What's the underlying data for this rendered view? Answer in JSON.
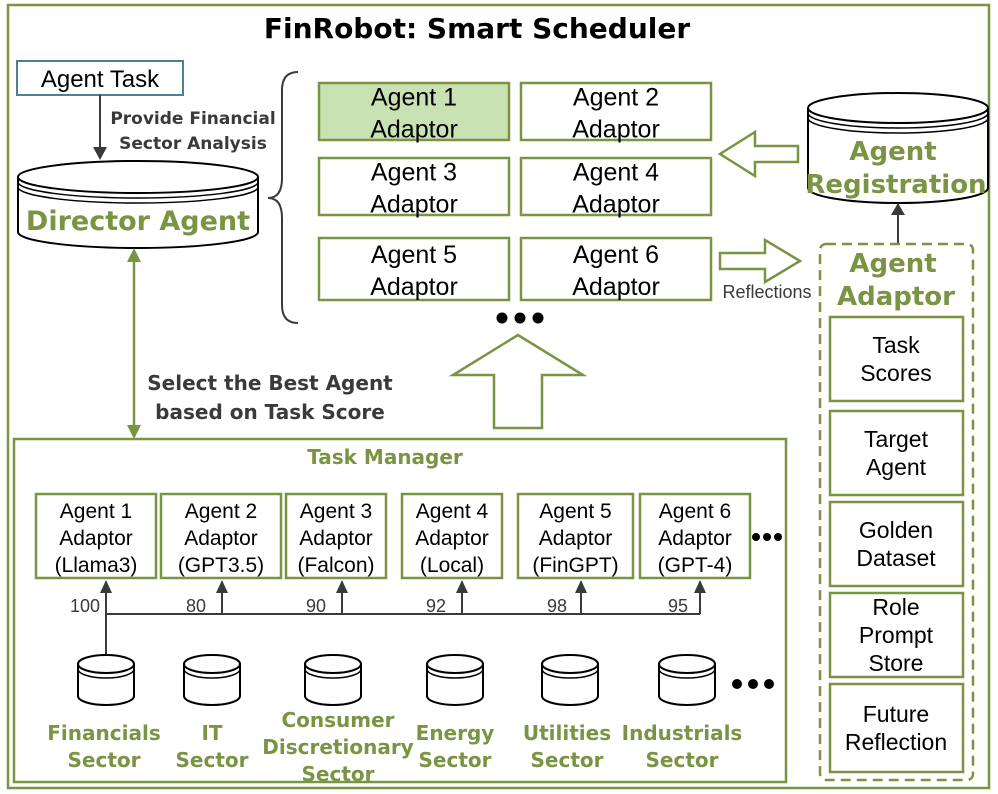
{
  "title": "FinRobot: Smart Scheduler",
  "colors": {
    "green": "#7a9443",
    "green_fill": "#c9e2b3",
    "dark": "#3a3a3a",
    "task_border": "#4f7f95"
  },
  "agent_task": "Agent Task",
  "provide_label": [
    "Provide Financial",
    "Sector Analysis"
  ],
  "director_agent": "Director Agent",
  "top_adaptors": [
    [
      "Agent 1",
      "Adaptor"
    ],
    [
      "Agent 2",
      "Adaptor"
    ],
    [
      "Agent 3",
      "Adaptor"
    ],
    [
      "Agent 4",
      "Adaptor"
    ],
    [
      "Agent 5",
      "Adaptor"
    ],
    [
      "Agent 6",
      "Adaptor"
    ]
  ],
  "agent_registration": [
    "Agent",
    "Registration"
  ],
  "reflections": "Reflections",
  "select_label": [
    "Select the Best Agent",
    "based on Task Score"
  ],
  "agent_adaptor_title": [
    "Agent",
    "Adaptor"
  ],
  "adaptor_components": [
    [
      "Task",
      "Scores"
    ],
    [
      "Target",
      "Agent"
    ],
    [
      "Golden",
      "Dataset"
    ],
    [
      "Role",
      "Prompt",
      "Store"
    ],
    [
      "Future",
      "Reflection"
    ]
  ],
  "task_manager": {
    "title": "Task Manager",
    "adaptors": [
      {
        "lines": [
          "Agent 1",
          "Adaptor",
          "(Llama3)"
        ],
        "score": "100"
      },
      {
        "lines": [
          "Agent 2",
          "Adaptor",
          "(GPT3.5)"
        ],
        "score": "80"
      },
      {
        "lines": [
          "Agent 3",
          "Adaptor",
          "(Falcon)"
        ],
        "score": "90"
      },
      {
        "lines": [
          "Agent 4",
          "Adaptor",
          "(Local)"
        ],
        "score": "92"
      },
      {
        "lines": [
          "Agent 5",
          "Adaptor",
          "(FinGPT)"
        ],
        "score": "98"
      },
      {
        "lines": [
          "Agent 6",
          "Adaptor",
          "(GPT-4)"
        ],
        "score": "95"
      }
    ],
    "sectors": [
      [
        "Financials",
        "Sector"
      ],
      [
        "IT",
        "Sector"
      ],
      [
        "Consumer",
        "Discretionary",
        "Sector"
      ],
      [
        "Energy",
        "Sector"
      ],
      [
        "Utilities",
        "Sector"
      ],
      [
        "Industrials",
        "Sector"
      ]
    ]
  }
}
